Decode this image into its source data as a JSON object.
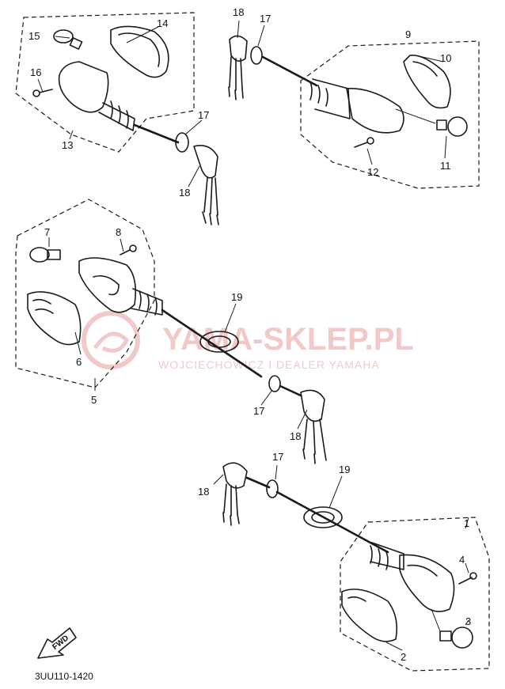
{
  "diagram_code": "3UU110-1420",
  "fwd_label": "FWD",
  "watermark": {
    "title": "YAMA-SKLEP.PL",
    "subtitle": "WOJCIECHOWICZ I DEALER YAMAHA"
  },
  "callouts": {
    "c1": "1",
    "c2": "2",
    "c3": "3",
    "c4": "4",
    "c5": "5",
    "c6": "6",
    "c7": "7",
    "c8": "8",
    "c9": "9",
    "c10": "10",
    "c11": "11",
    "c12": "12",
    "c13": "13",
    "c14": "14",
    "c15": "15",
    "c16": "16",
    "c17a": "17",
    "c18a": "18",
    "c18b": "18",
    "c17b": "17",
    "c19a": "19",
    "c17c": "17",
    "c18c": "18",
    "c18d": "18",
    "c17d": "17",
    "c19b": "19"
  }
}
